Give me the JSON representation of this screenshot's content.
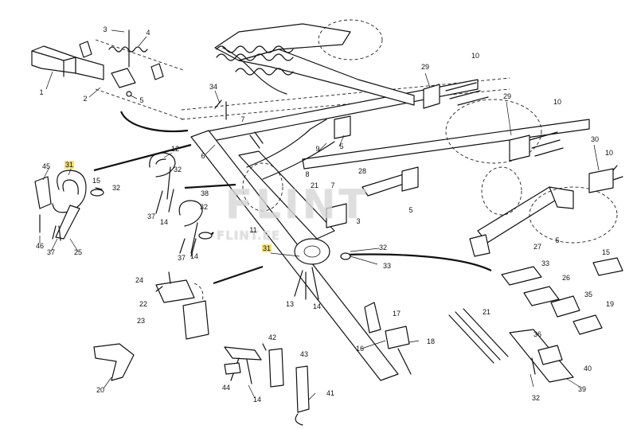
{
  "watermark": {
    "brand": "FLINT",
    "site": "FLINT.EE"
  },
  "callouts": [
    {
      "id": "c1",
      "text": "1"
    },
    {
      "id": "c2",
      "text": "2"
    },
    {
      "id": "c3",
      "text": "3"
    },
    {
      "id": "c4",
      "text": "4"
    },
    {
      "id": "c5a",
      "text": "5"
    },
    {
      "id": "c34",
      "text": "34"
    },
    {
      "id": "c7a",
      "text": "7"
    },
    {
      "id": "c6",
      "text": "6"
    },
    {
      "id": "c9",
      "text": "9"
    },
    {
      "id": "c5b",
      "text": "5"
    },
    {
      "id": "c29a",
      "text": "29"
    },
    {
      "id": "c10a",
      "text": "10"
    },
    {
      "id": "c29b",
      "text": "29"
    },
    {
      "id": "c10b",
      "text": "10"
    },
    {
      "id": "c30",
      "text": "30"
    },
    {
      "id": "c10c",
      "text": "10"
    },
    {
      "id": "c12",
      "text": "12"
    },
    {
      "id": "c45",
      "text": "45"
    },
    {
      "id": "c31a",
      "text": "31",
      "highlight": true
    },
    {
      "id": "c15a",
      "text": "15"
    },
    {
      "id": "c32a",
      "text": "32"
    },
    {
      "id": "c46",
      "text": "46"
    },
    {
      "id": "c37a",
      "text": "37"
    },
    {
      "id": "c25",
      "text": "25"
    },
    {
      "id": "c32b",
      "text": "32"
    },
    {
      "id": "c37b",
      "text": "37"
    },
    {
      "id": "c14a",
      "text": "14"
    },
    {
      "id": "c38",
      "text": "38"
    },
    {
      "id": "c32c",
      "text": "32"
    },
    {
      "id": "c37c",
      "text": "37"
    },
    {
      "id": "c14b",
      "text": "14"
    },
    {
      "id": "c8",
      "text": "8"
    },
    {
      "id": "c21a",
      "text": "21"
    },
    {
      "id": "c7b",
      "text": "7"
    },
    {
      "id": "c28",
      "text": "28"
    },
    {
      "id": "c3b",
      "text": "3"
    },
    {
      "id": "c5c",
      "text": "5"
    },
    {
      "id": "c11",
      "text": "11"
    },
    {
      "id": "c27",
      "text": "27"
    },
    {
      "id": "c5d",
      "text": "5"
    },
    {
      "id": "c31b",
      "text": "31",
      "highlight": true
    },
    {
      "id": "c32d",
      "text": "32"
    },
    {
      "id": "c33a",
      "text": "33"
    },
    {
      "id": "c33b",
      "text": "33"
    },
    {
      "id": "c15b",
      "text": "15"
    },
    {
      "id": "c26",
      "text": "26"
    },
    {
      "id": "c35",
      "text": "35"
    },
    {
      "id": "c19",
      "text": "19"
    },
    {
      "id": "c24",
      "text": "24"
    },
    {
      "id": "c22",
      "text": "22"
    },
    {
      "id": "c23",
      "text": "23"
    },
    {
      "id": "c13",
      "text": "13"
    },
    {
      "id": "c14c",
      "text": "14"
    },
    {
      "id": "c17",
      "text": "17"
    },
    {
      "id": "c16",
      "text": "16"
    },
    {
      "id": "c18",
      "text": "18"
    },
    {
      "id": "c21b",
      "text": "21"
    },
    {
      "id": "c36",
      "text": "36"
    },
    {
      "id": "c40",
      "text": "40"
    },
    {
      "id": "c39",
      "text": "39"
    },
    {
      "id": "c32e",
      "text": "32"
    },
    {
      "id": "c42",
      "text": "42"
    },
    {
      "id": "c43",
      "text": "43"
    },
    {
      "id": "c44",
      "text": "44"
    },
    {
      "id": "c14d",
      "text": "14"
    },
    {
      "id": "c41",
      "text": "41"
    },
    {
      "id": "c20",
      "text": "20"
    }
  ]
}
